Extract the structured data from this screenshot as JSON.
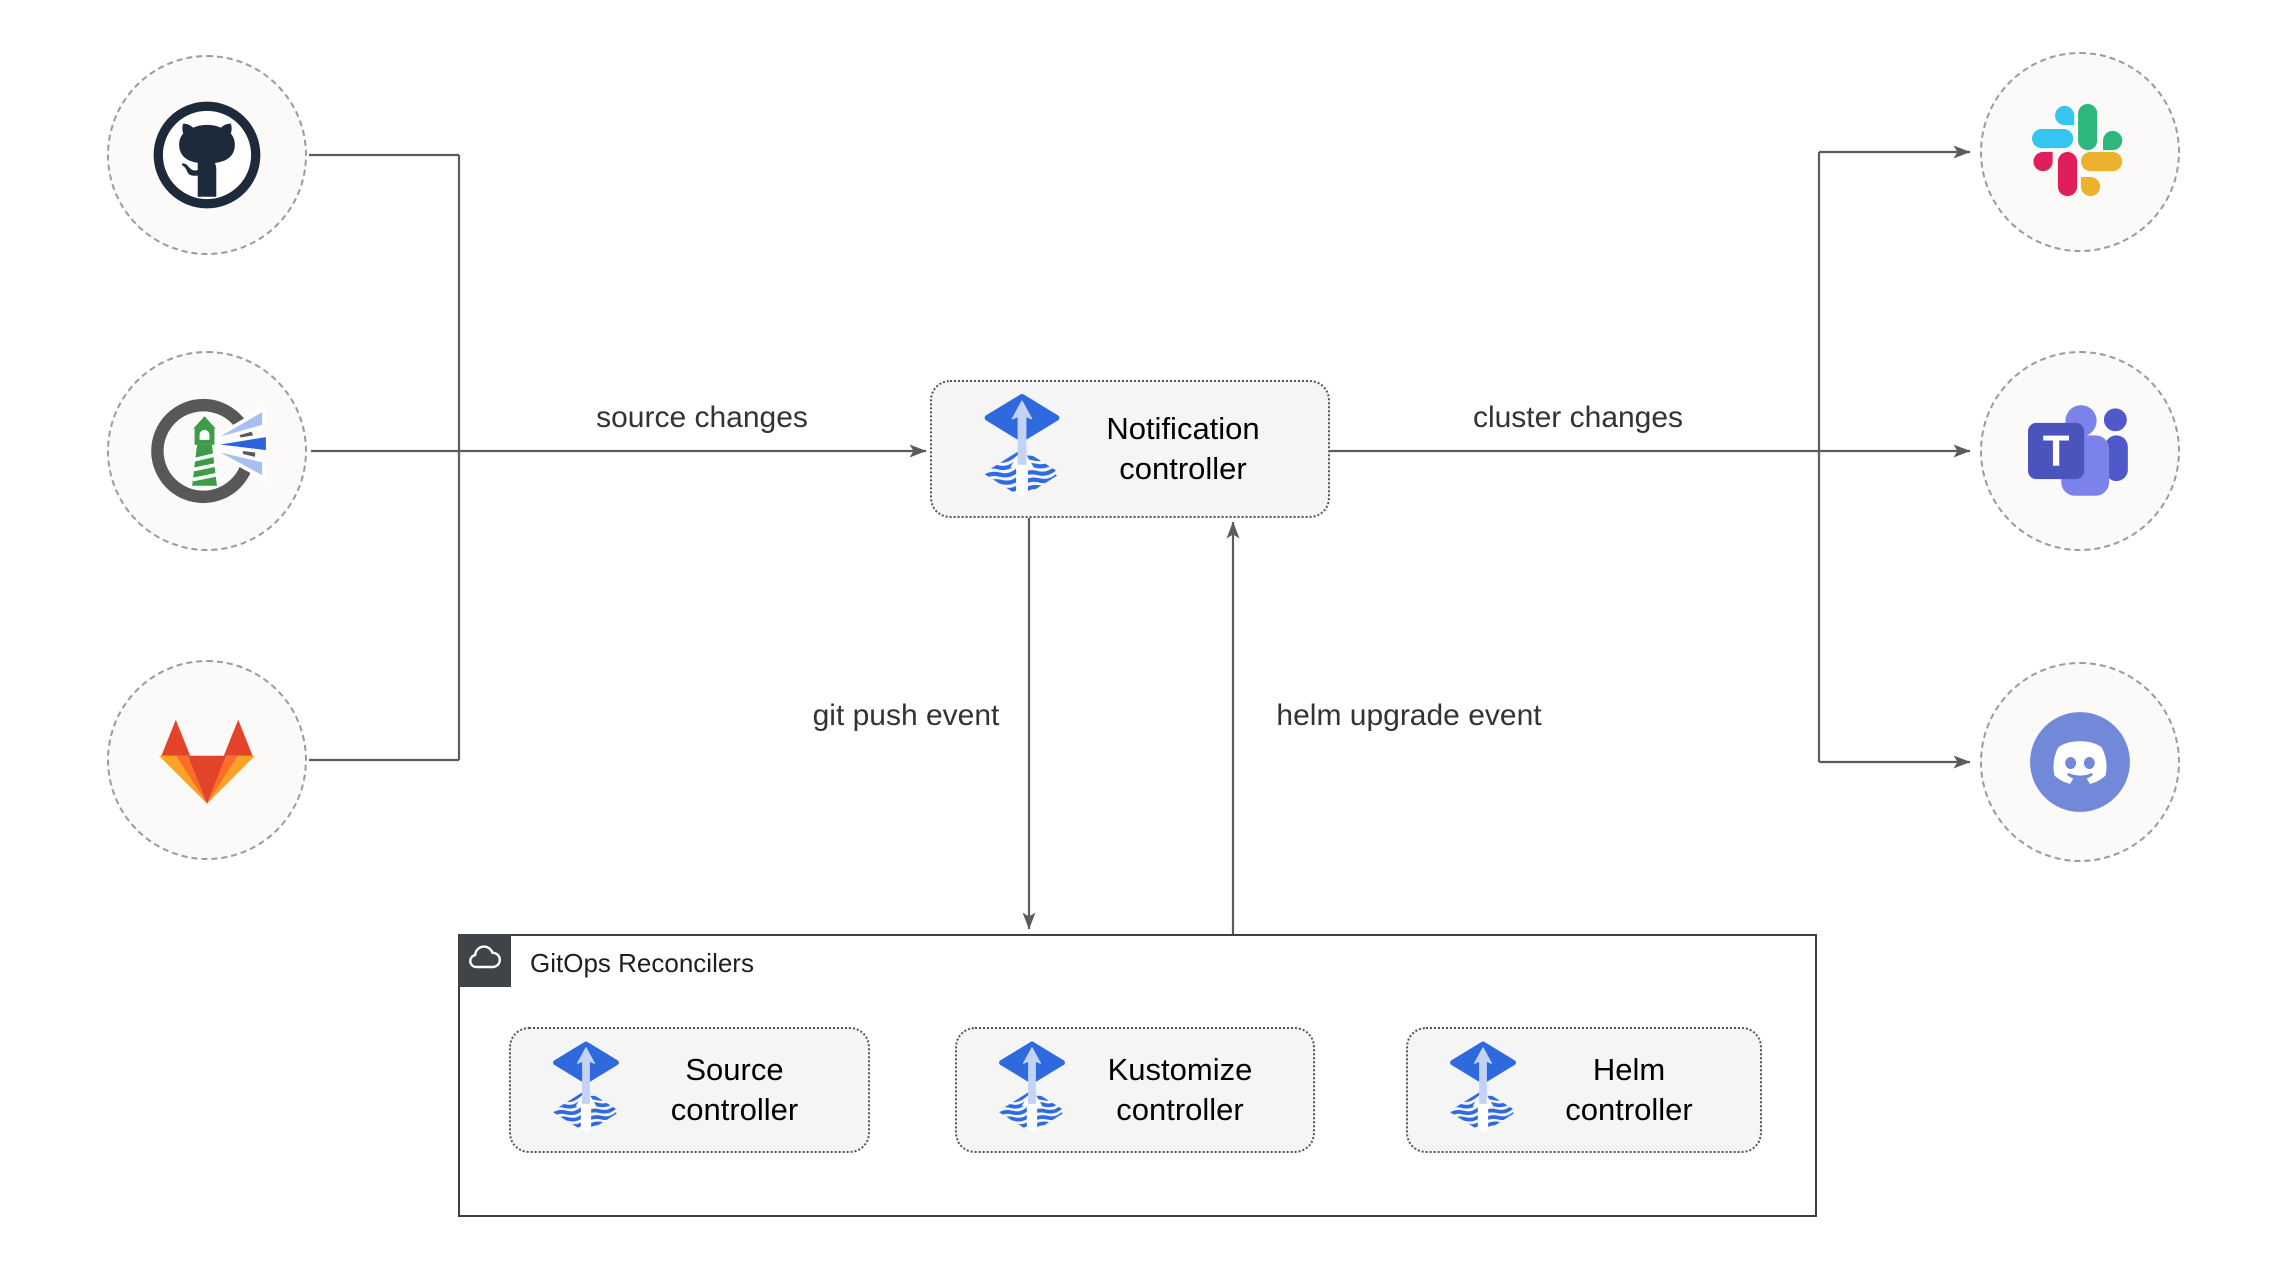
{
  "sources": [
    {
      "icon": "github-icon"
    },
    {
      "icon": "harbor-icon"
    },
    {
      "icon": "gitlab-icon"
    }
  ],
  "targets": [
    {
      "icon": "slack-icon"
    },
    {
      "icon": "teams-icon"
    },
    {
      "icon": "discord-icon"
    }
  ],
  "nodes": {
    "notification_controller": {
      "label": "Notification controller",
      "icon": "flux-icon"
    },
    "source_controller": {
      "label": "Source controller",
      "icon": "flux-icon"
    },
    "kustomize_controller": {
      "label": "Kustomize controller",
      "icon": "flux-icon"
    },
    "helm_controller": {
      "label": "Helm controller",
      "icon": "flux-icon"
    }
  },
  "group": {
    "label": "GitOps Reconcilers",
    "icon": "cloud-icon"
  },
  "edges": {
    "source_changes": "source changes",
    "cluster_changes": "cluster changes",
    "git_push_event": "git push event",
    "helm_upgrade_event": "helm upgrade event"
  },
  "icons": {
    "teams_letter": "T"
  },
  "colors": {
    "line": "#5c5c5c",
    "flux_blue": "#2e6ade",
    "flux_arrow_light": "#c2d3f6",
    "box_fill": "#f5f5f5",
    "box_border": "#555555",
    "circle_fill": "#fbfaf8",
    "circle_border": "#9b9b9b",
    "group_border": "#3f3f3f",
    "group_badge": "#3f4448",
    "github_dark": "#1c2a3a",
    "harbor_ring": "#585858",
    "harbor_green": "#3e9b47",
    "gitlab_red": "#e24329",
    "gitlab_orange": "#fc6d26",
    "gitlab_yellow": "#fca326",
    "slack_blue": "#36C5F0",
    "slack_green": "#2EB67D",
    "slack_pink": "#E01E5A",
    "slack_yellow": "#ECB22E",
    "teams_square": "#4b53bc",
    "teams_light": "#7b83eb",
    "teams_dark": "#5059c9",
    "discord_blurple": "#7289da"
  }
}
